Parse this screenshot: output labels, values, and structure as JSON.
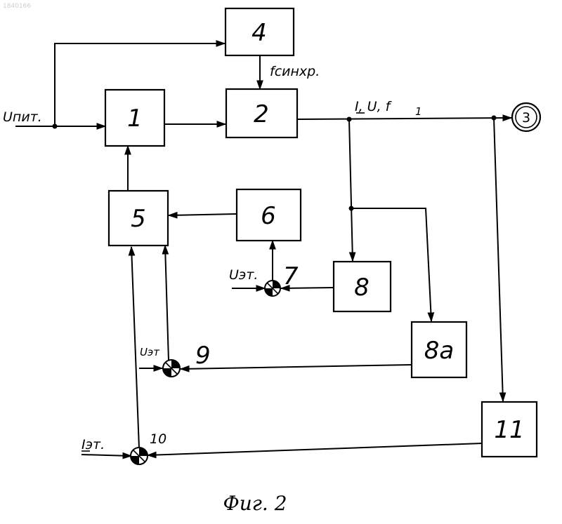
{
  "watermark": "1840166",
  "blocks": {
    "b1": "1",
    "b2": "2",
    "b4": "4",
    "b5": "5",
    "b6": "6",
    "b8": "8",
    "b8a": "8а",
    "b11": "11"
  },
  "output_node": "3",
  "junctions": {
    "j7": "7",
    "j9": "9",
    "j10": "10"
  },
  "signals": {
    "u_pit": "Uпит.",
    "f_sync": "fсинхр.",
    "outputs": "I, U, f",
    "outputs_sub": "1",
    "u_et_7": "Uэт.",
    "u_et_9": "Uэт",
    "i_et": "Iэт."
  },
  "caption": "Фиг. 2"
}
